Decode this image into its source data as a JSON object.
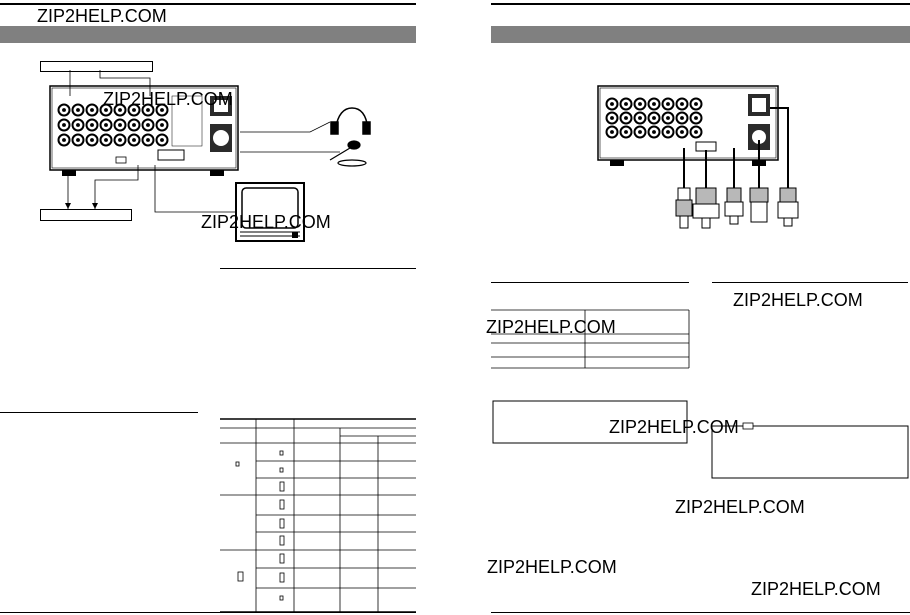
{
  "watermark": "ZIP2HELP.COM",
  "watermarks": [
    "ZIP2HELP.COM",
    "ZIP2HELP.COM",
    "ZIP2HELP.COM",
    "ZIP2HELP.COM",
    "ZIP2HELP.COM",
    "ZIP2HELP.COM",
    "ZIP2HELP.COM",
    "ZIP2HELP.COM",
    "ZIP2HELP.COM"
  ],
  "colors": {
    "section_band": "#808080",
    "device_body": "#2b2b2b",
    "connector_grey": "#b8b8b8",
    "text": "#000000"
  }
}
